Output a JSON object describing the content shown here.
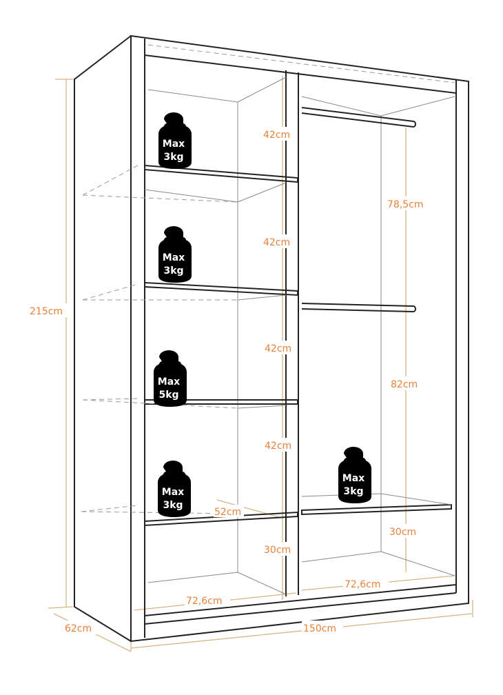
{
  "title": "Wardrobe dimensions diagram",
  "colors": {
    "dimension_label": "#e8823a",
    "dimension_line": "#d8b488",
    "outline": "#222222",
    "weight": "#000000"
  },
  "dimensions": {
    "height": "215cm",
    "depth": "62cm",
    "width": "150cm",
    "left_compartment_width": "72,6cm",
    "right_compartment_width": "72,6cm",
    "shelf_depth": "52cm",
    "left_shelf_gaps": [
      "42cm",
      "42cm",
      "42cm",
      "42cm",
      "30cm"
    ],
    "right_upper_rail_gap": "78,5cm",
    "right_lower_rail_gap": "82cm",
    "right_bottom_gap": "30cm"
  },
  "weights": [
    {
      "line1": "Max",
      "line2": "3kg"
    },
    {
      "line1": "Max",
      "line2": "3kg"
    },
    {
      "line1": "Max",
      "line2": "5kg"
    },
    {
      "line1": "Max",
      "line2": "3kg"
    },
    {
      "line1": "Max",
      "line2": "3kg"
    }
  ]
}
